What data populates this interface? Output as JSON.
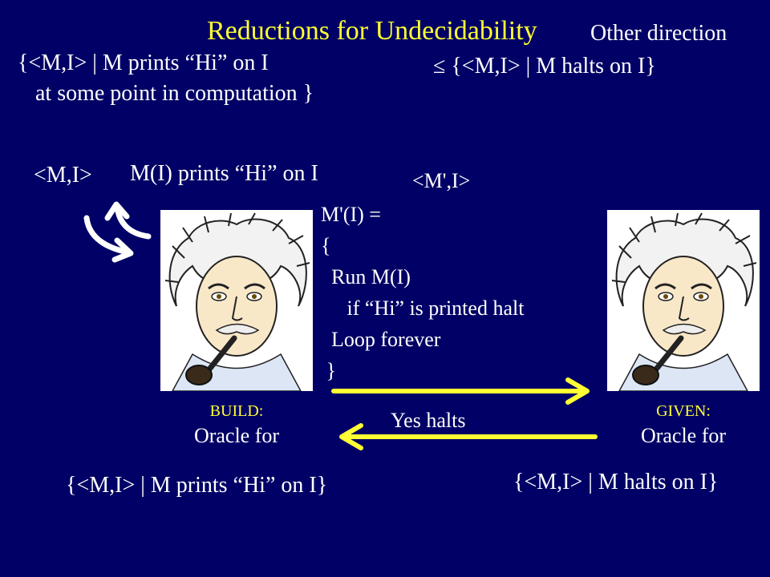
{
  "slide": {
    "title": "Reductions for Undecidability",
    "other_direction": "Other direction",
    "set_print_line1": "{<M,I> | M prints “Hi” on I",
    "set_print_line2": "at some point in computation }",
    "set_halts_relation": "≤  {<M,I> | M halts on I}",
    "input_label": "<M,I>",
    "prints_label": "M(I) prints “Hi” on I",
    "mprime_label": "<M',I>",
    "code_lines": [
      "M'(I) =",
      "{",
      "  Run M(I)",
      "     if “Hi” is printed halt",
      "  Loop forever",
      " }"
    ],
    "left_card": {
      "kind": "BUILD:",
      "oracle": "Oracle for"
    },
    "right_card": {
      "kind": "GIVEN:",
      "oracle": "Oracle for"
    },
    "yes_halts": "Yes halts",
    "bottom_left_set": "{<M,I> | M prints “Hi” on I}",
    "bottom_right_set": "{<M,I> | M halts on I}",
    "colors": {
      "background": "#000066",
      "title": "#ffff33",
      "arrow": "#ffff33",
      "text": "#ffffff"
    }
  }
}
